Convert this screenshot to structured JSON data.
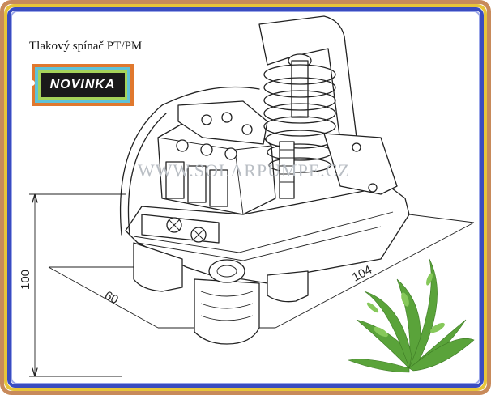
{
  "title": "Tlakový spínač PT/PM",
  "badge": {
    "label": "NOVINKA"
  },
  "watermark": "WWW.SOLARPUMPE.CZ",
  "dimensions": {
    "height": "100",
    "depth": "60",
    "width": "104"
  },
  "colors": {
    "frame_outer": "#c88a5a",
    "frame_yellow": "#e7c43a",
    "frame_blue": "#3a4cc0",
    "badge_orange": "#e0782e",
    "badge_cyan": "#5fc2d8",
    "badge_green": "#a5d35a",
    "badge_black": "#1a1a1a",
    "fern_green": "#5aa33a"
  },
  "icons": {
    "product": "pressure-switch-drawing",
    "decoration": "fern-plant-icon"
  }
}
